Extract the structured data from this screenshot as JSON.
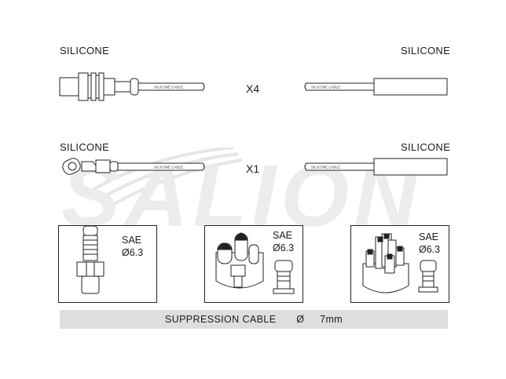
{
  "labels": {
    "row1_left": "SILICONE",
    "row1_right": "SILICONE",
    "row1_qty": "X4",
    "row2_left": "SILICONE",
    "row2_right": "SILICONE",
    "row2_qty": "X1"
  },
  "cable_print": "SILICONE CABLE",
  "watermark": "SALION",
  "connectors": [
    {
      "name": "spark-plug-terminal",
      "spec_top": "SAE",
      "spec_bottom": "Ø6.3"
    },
    {
      "name": "coil-cap-terminal",
      "spec_top": "SAE",
      "spec_bottom": "Ø6.3"
    },
    {
      "name": "distributor-cap-terminal",
      "spec_top": "SAE",
      "spec_bottom": "Ø6.3"
    }
  ],
  "footer": {
    "text": "SUPPRESSION CABLE",
    "symbol": "Ø",
    "size": "7mm"
  },
  "colors": {
    "line": "#222222",
    "footer_bg": "#dedede",
    "watermark": "#e4e4e4"
  }
}
